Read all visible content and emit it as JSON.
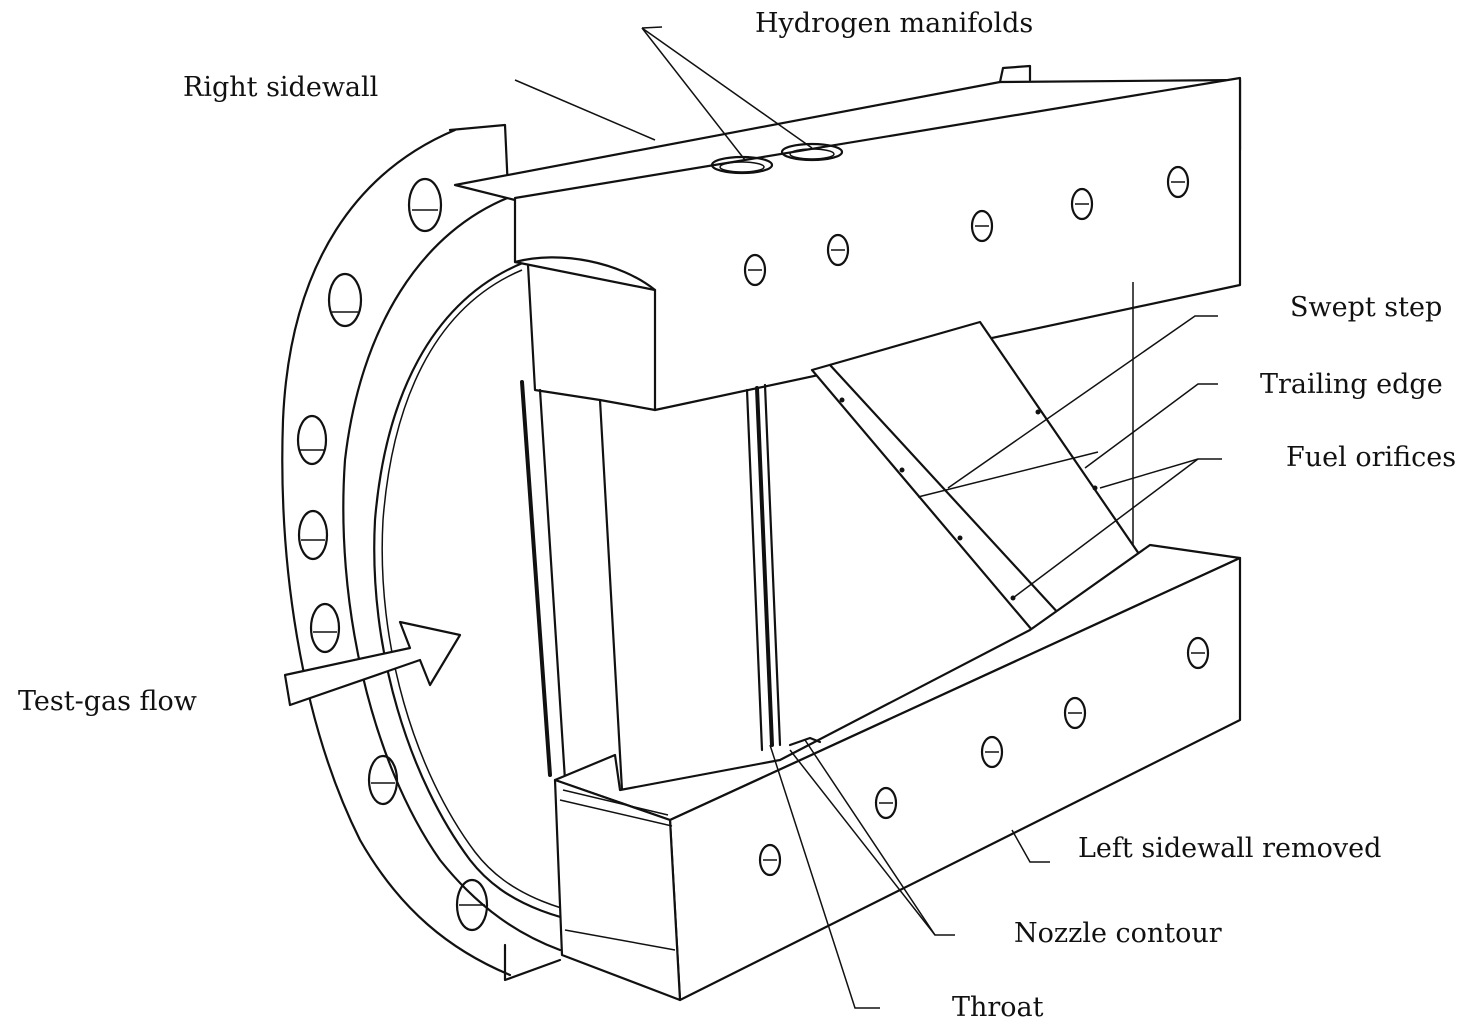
{
  "labels": {
    "hydrogen_manifolds": "Hydrogen manifolds",
    "right_sidewall": "Right sidewall",
    "swept_step": "Swept step",
    "trailing_edge": "Trailing edge",
    "fuel_orifices": "Fuel orifices",
    "test_gas_flow": "Test-gas flow",
    "left_sidewall_removed": "Left sidewall removed",
    "nozzle_contour": "Nozzle contour",
    "throat": "Throat"
  },
  "colors": {
    "ink": "#111111",
    "paper": "#ffffff"
  }
}
